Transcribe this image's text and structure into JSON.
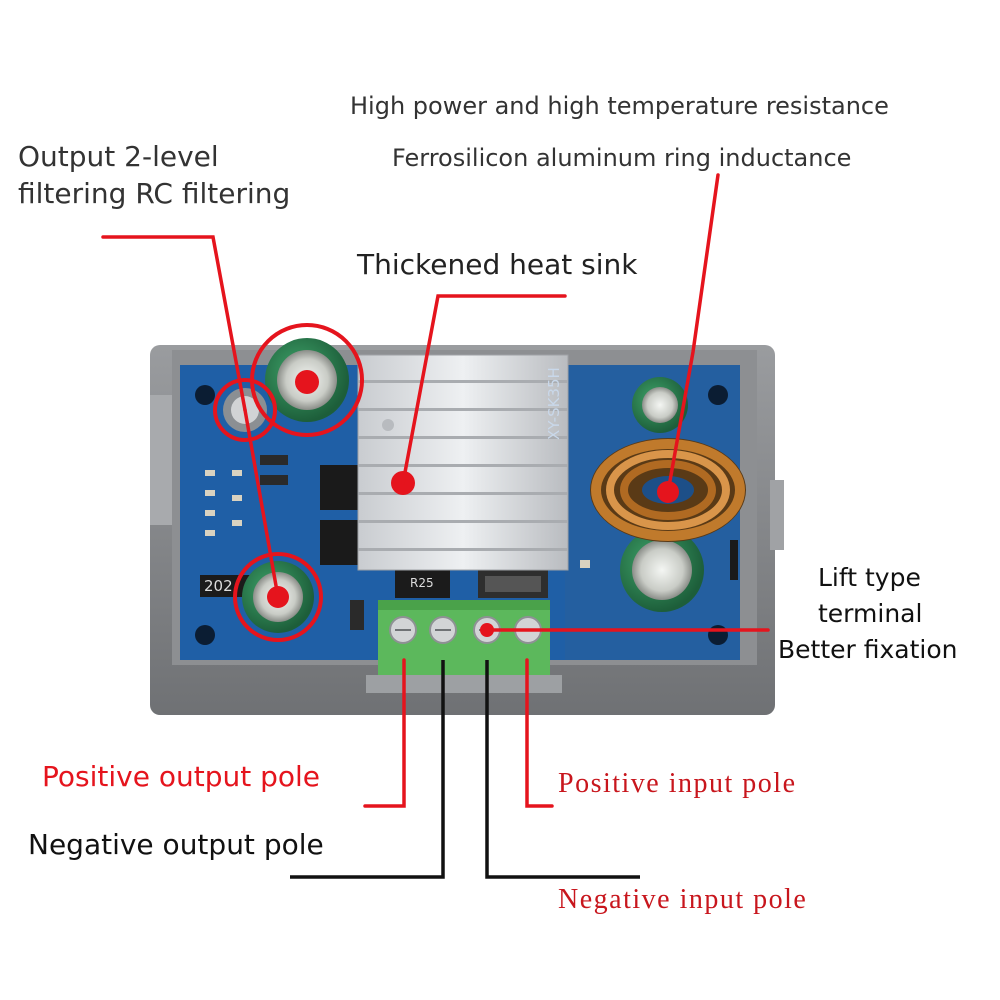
{
  "labels": {
    "high_power": "High power and high temperature resistance",
    "inductance": "Ferrosilicon aluminum ring inductance",
    "filter_line1": "Output 2-level",
    "filter_line2": "filtering RC filtering",
    "heat_sink": "Thickened heat sink",
    "lift_line1": "Lift type",
    "lift_line2": "terminal",
    "lift_line3": "Better fixation",
    "pos_output": "Positive output pole",
    "neg_output": "Negative output pole",
    "pos_input": "Positive input pole",
    "neg_input": "Negative input pole"
  },
  "board": {
    "silkscreen": "XY-SK35H",
    "resistor_code": "202",
    "diode_code": "R25"
  },
  "colors": {
    "callout_red": "#e5141d",
    "callout_black": "#111111",
    "pcb_blue": "#1f5fa6",
    "terminal_green": "#5cb85c",
    "heatsink": "#d8dadd",
    "copper": "#c07a2c"
  }
}
